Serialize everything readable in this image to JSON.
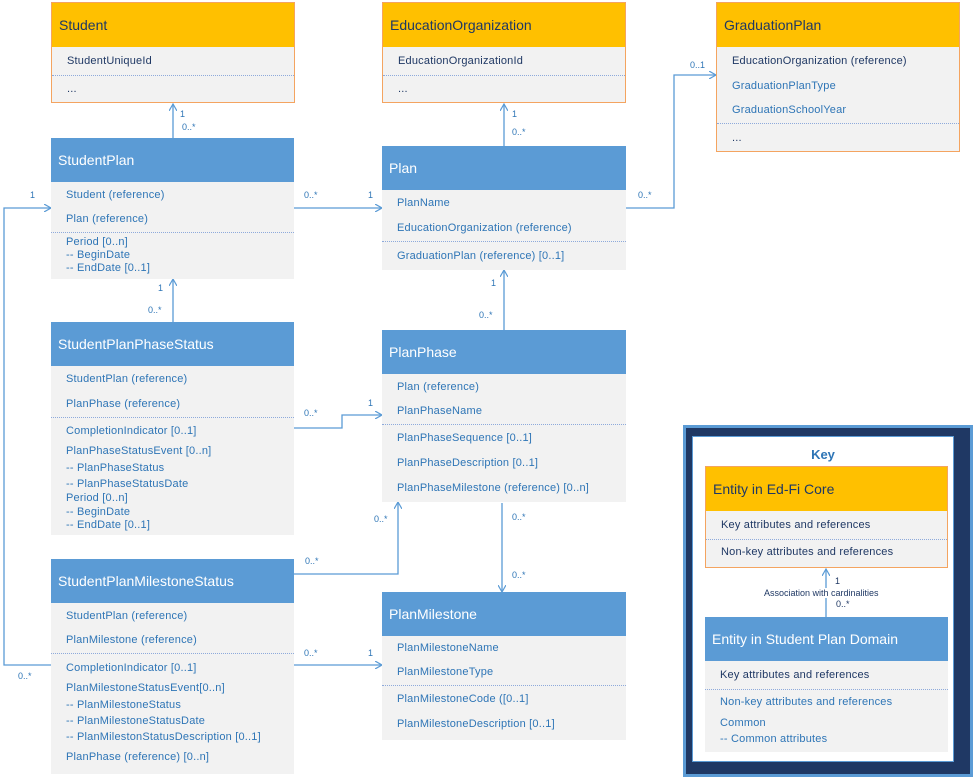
{
  "entities": {
    "student": {
      "title": "Student",
      "attrs": [
        "StudentUniqueId",
        "..."
      ]
    },
    "edorg": {
      "title": "EducationOrganization",
      "attrs": [
        "EducationOrganizationId",
        "..."
      ]
    },
    "gradplan": {
      "title": "GraduationPlan",
      "attrs": [
        "EducationOrganization (reference)",
        "GraduationPlanType",
        "GraduationSchoolYear",
        "..."
      ]
    },
    "studentplan": {
      "title": "StudentPlan",
      "attrs": [
        "Student (reference)",
        "Plan (reference)",
        "Period [0..n]",
        "-- BeginDate",
        "-- EndDate [0..1]"
      ]
    },
    "plan": {
      "title": "Plan",
      "attrs": [
        "PlanName",
        "EducationOrganization (reference)",
        "GraduationPlan (reference) [0..1]"
      ]
    },
    "spps": {
      "title": "StudentPlanPhaseStatus",
      "attrs": [
        "StudentPlan (reference)",
        "PlanPhase (reference)",
        "CompletionIndicator [0..1]",
        "PlanPhaseStatusEvent [0..n]",
        "-- PlanPhaseStatus",
        "-- PlanPhaseStatusDate",
        "Period [0..n]",
        "-- BeginDate",
        "-- EndDate [0..1]"
      ]
    },
    "planphase": {
      "title": "PlanPhase",
      "attrs": [
        "Plan (reference)",
        "PlanPhaseName",
        "PlanPhaseSequence [0..1]",
        "PlanPhaseDescription [0..1]",
        "PlanPhaseMilestone (reference) [0..n]"
      ]
    },
    "spms": {
      "title": "StudentPlanMilestoneStatus",
      "attrs": [
        "StudentPlan (reference)",
        "PlanMilestone (reference)",
        "CompletionIndicator [0..1]",
        "PlanMilestoneStatusEvent[0..n]",
        "-- PlanMilestoneStatus",
        "-- PlanMilestoneStatusDate",
        "-- PlanMilestonStatusDescription [0..1]",
        "PlanPhase (reference) [0..n]"
      ]
    },
    "planmilestone": {
      "title": "PlanMilestone",
      "attrs": [
        "PlanMilestoneName",
        "PlanMilestoneType",
        "PlanMilestoneCode ([0..1]",
        "PlanMilestoneDescription [0..1]"
      ]
    }
  },
  "cardinalities": [
    "1",
    "0..*",
    "1",
    "0..*",
    "0..1",
    "0..*",
    "1",
    "0..*",
    "1",
    "1",
    "0..*",
    "1",
    "0..*",
    "0..*",
    "0..*",
    "0..*",
    "0..*",
    "1",
    "0..*",
    "1"
  ],
  "key": {
    "title": "Key",
    "core_title": "Entity in Ed-Fi Core",
    "core_attrs": [
      "Key attributes and references",
      "Non-key attributes and references"
    ],
    "association_label": "Association with cardinalities",
    "card_one": "1",
    "card_many": "0..*",
    "domain_title": "Entity in Student Plan Domain",
    "domain_attrs": [
      "Key attributes and references",
      "Non-key attributes and references",
      "Common",
      "-- Common attributes"
    ]
  }
}
